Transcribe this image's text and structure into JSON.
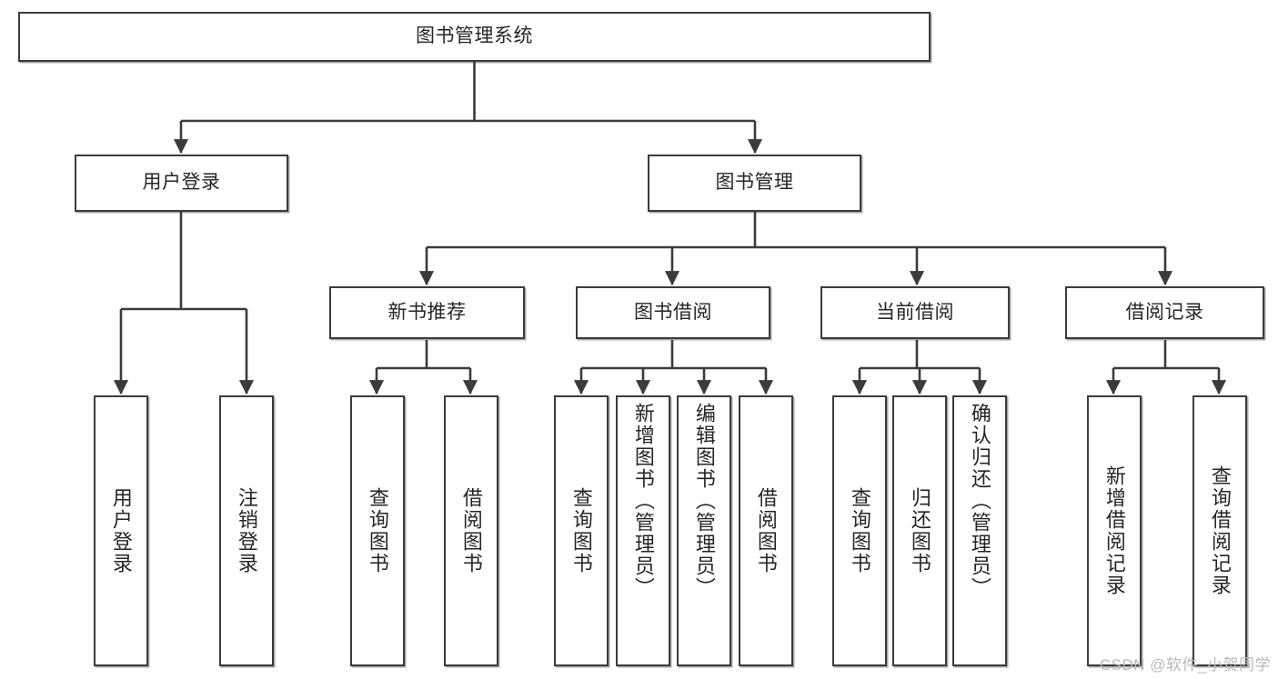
{
  "diagram": {
    "title": "图书管理系统",
    "type": "tree-hierarchy-diagram",
    "watermark": "CSDN @软件_小贺同学",
    "colors": {
      "box_border": "#3b3b3b",
      "box_fill": "#ffffff",
      "text": "#262626",
      "edge": "#3b3b3b",
      "watermark": "#b9b9b9"
    },
    "nodes": {
      "root": "图书管理系统",
      "level1": [
        {
          "id": "user-login",
          "label": "用户登录"
        },
        {
          "id": "book-management",
          "label": "图书管理"
        }
      ],
      "level2": [
        {
          "id": "new-book-recommend",
          "label": "新书推荐"
        },
        {
          "id": "book-borrow",
          "label": "图书借阅"
        },
        {
          "id": "current-borrow",
          "label": "当前借阅"
        },
        {
          "id": "borrow-record",
          "label": "借阅记录"
        }
      ],
      "leaves": {
        "user_login": [
          {
            "id": "leaf-user-login",
            "label": "用户登录"
          },
          {
            "id": "leaf-logout-login",
            "label": "注销登录"
          }
        ],
        "new_book_recommend": [
          {
            "id": "leaf-query-book-1",
            "label": "查询图书"
          },
          {
            "id": "leaf-borrow-book-1",
            "label": "借阅图书"
          }
        ],
        "book_borrow": [
          {
            "id": "leaf-query-book-2",
            "label": "查询图书"
          },
          {
            "id": "leaf-add-book",
            "label": "新增图书（管理员）"
          },
          {
            "id": "leaf-edit-book",
            "label": "编辑图书（管理员）"
          },
          {
            "id": "leaf-borrow-book-2",
            "label": "借阅图书"
          }
        ],
        "current_borrow": [
          {
            "id": "leaf-query-book-3",
            "label": "查询图书"
          },
          {
            "id": "leaf-return-book",
            "label": "归还图书"
          },
          {
            "id": "leaf-confirm-return",
            "label": "确认归还（管理员）"
          }
        ],
        "borrow_record": [
          {
            "id": "leaf-add-borrow-record",
            "label": "新增借阅记录"
          },
          {
            "id": "leaf-query-borrow-record",
            "label": "查询借阅记录"
          }
        ]
      }
    }
  }
}
